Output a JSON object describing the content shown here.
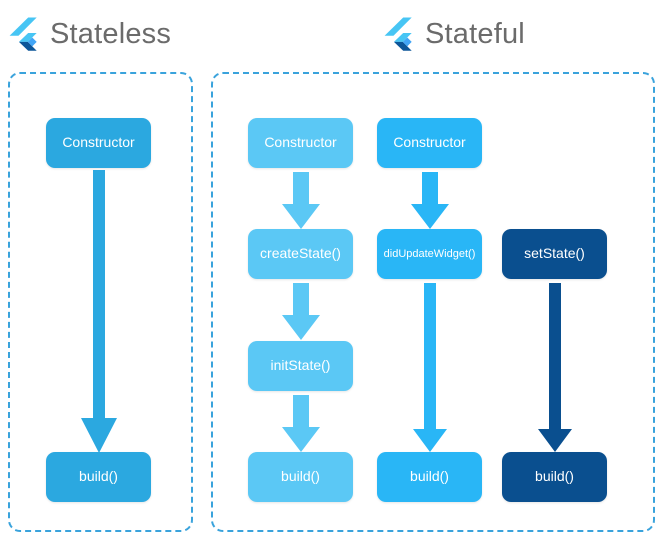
{
  "palette": {
    "light_blue": "#5bc8f5",
    "medium_blue": "#29b6f6",
    "stateless_blue": "#2ba8e0",
    "dark_navy": "#0a4f8f",
    "dashed_border": "#3aa3dc",
    "title_gray": "#6b6b6b",
    "background": "#ffffff",
    "logo_light": "#47c5f4",
    "logo_mid": "#42a5f5",
    "logo_dark": "#0d5699"
  },
  "sections": [
    {
      "id": "stateless",
      "title": "Stateless",
      "logo_icon": "flutter-logo-icon"
    },
    {
      "id": "stateful",
      "title": "Stateful",
      "logo_icon": "flutter-logo-icon"
    }
  ],
  "stateless": {
    "nodes": [
      {
        "id": "constructor",
        "label": "Constructor",
        "color": "#2ba8e0"
      },
      {
        "id": "build",
        "label": "build()",
        "color": "#2ba8e0"
      }
    ],
    "arrows": [
      {
        "id": "constructor-to-build",
        "from": "constructor",
        "to": "build",
        "color": "#2ba8e0"
      }
    ]
  },
  "stateful": {
    "flows": [
      {
        "id": "flow-create",
        "color": "#5bc8f5",
        "nodes": [
          {
            "id": "constructor-1",
            "label": "Constructor",
            "color": "#5bc8f5"
          },
          {
            "id": "createstate",
            "label": "createState()",
            "color": "#5bc8f5"
          },
          {
            "id": "initstate",
            "label": "initState()",
            "color": "#5bc8f5"
          },
          {
            "id": "build-1",
            "label": "build()",
            "color": "#5bc8f5"
          }
        ]
      },
      {
        "id": "flow-update",
        "color": "#29b6f6",
        "nodes": [
          {
            "id": "constructor-2",
            "label": "Constructor",
            "color": "#29b6f6"
          },
          {
            "id": "didupdatewidget",
            "label": "didUpdateWidget()",
            "color": "#29b6f6"
          },
          {
            "id": "build-2",
            "label": "build()",
            "color": "#29b6f6"
          }
        ]
      },
      {
        "id": "flow-setstate",
        "color": "#0a4f8f",
        "nodes": [
          {
            "id": "setstate",
            "label": "setState()",
            "color": "#0a4f8f"
          },
          {
            "id": "build-3",
            "label": "build()",
            "color": "#0a4f8f"
          }
        ]
      }
    ]
  }
}
